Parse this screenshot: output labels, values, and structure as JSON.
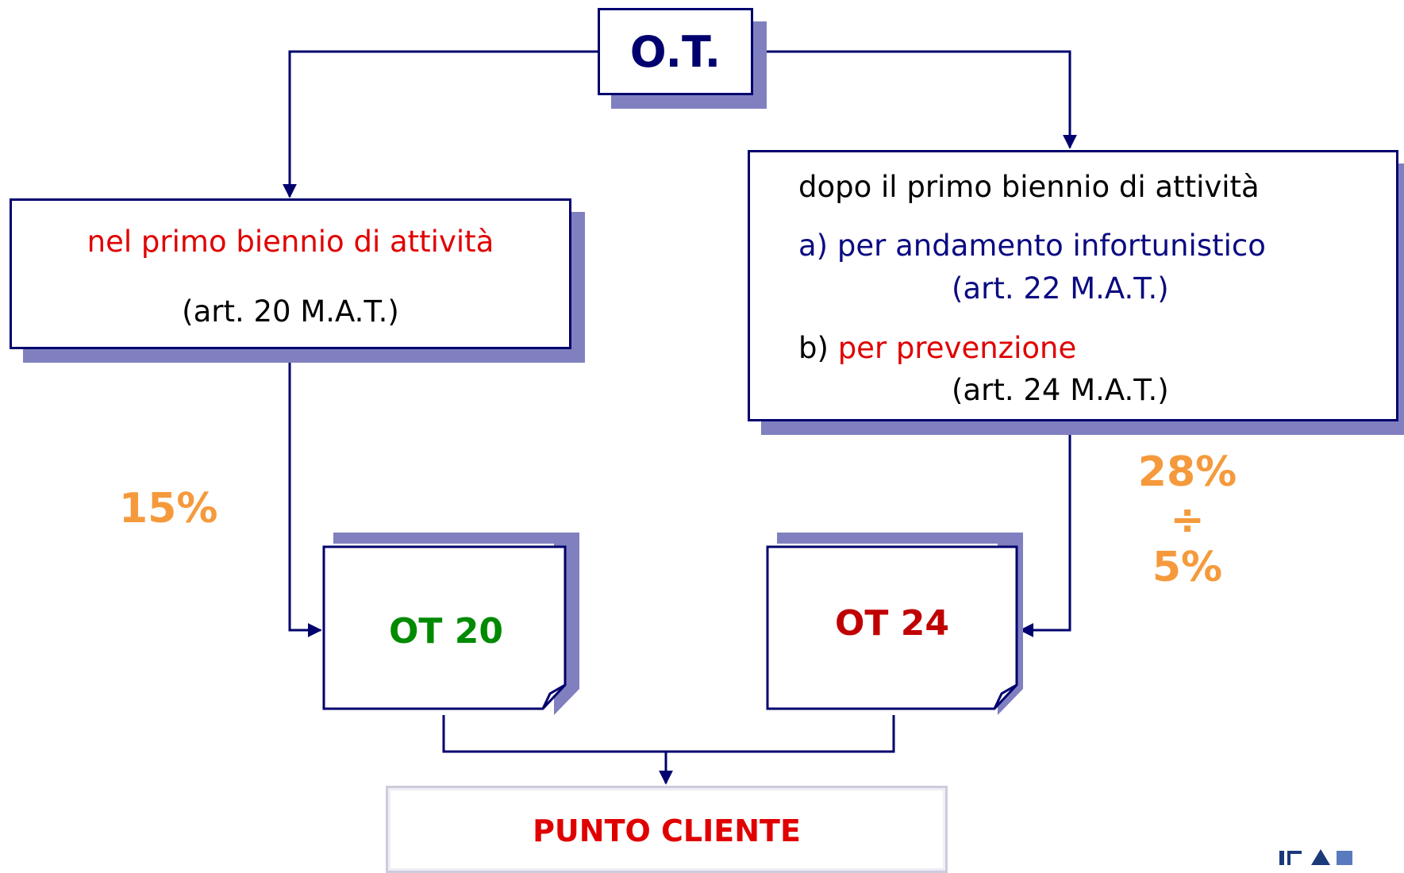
{
  "colors": {
    "navy": "#00006e",
    "shadow": "#8080c0",
    "red": "#e00000",
    "green": "#008a00",
    "darkred": "#c00000",
    "orange": "#f59a3c"
  },
  "top_box": {
    "label": "O.T."
  },
  "left_box": {
    "line1": "nel primo biennio di attività",
    "line2": "(art. 20 M.A.T.)"
  },
  "right_box": {
    "heading": "dopo il primo biennio di attività",
    "item_a": "a) per andamento infortunistico",
    "item_a_ref": "(art. 22 M.A.T.)",
    "item_b_prefix": "b) ",
    "item_b": "per prevenzione",
    "item_b_ref": "(art. 24 M.A.T.)"
  },
  "left_percent": "15%",
  "right_percent": {
    "top": "28%",
    "sep": "÷",
    "bottom": "5%"
  },
  "doc_left": {
    "label": "OT 20"
  },
  "doc_right": {
    "label": "OT 24"
  },
  "bottom_box": {
    "label": "PUNTO CLIENTE"
  },
  "logo": {
    "icon": "logo-icon"
  }
}
